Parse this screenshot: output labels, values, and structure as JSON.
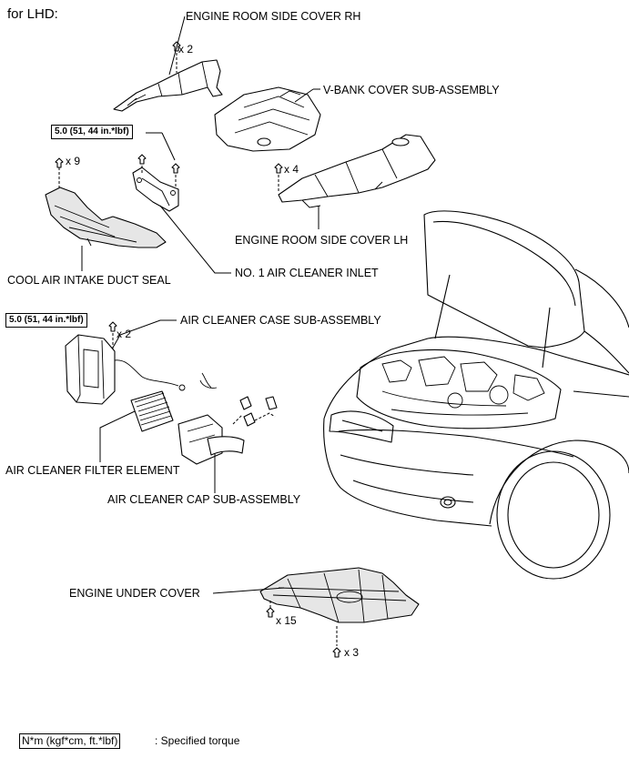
{
  "header": {
    "title": "for LHD:"
  },
  "labels": {
    "engine_room_side_cover_rh": "ENGINE ROOM SIDE COVER RH",
    "v_bank_cover": "V-BANK COVER SUB-ASSEMBLY",
    "engine_room_side_cover_lh": "ENGINE ROOM SIDE COVER LH",
    "no1_air_cleaner_inlet": "NO. 1 AIR CLEANER INLET",
    "cool_air_intake_duct_seal": "COOL AIR INTAKE DUCT SEAL",
    "air_cleaner_case": "AIR CLEANER CASE SUB-ASSEMBLY",
    "air_cleaner_filter_element": "AIR CLEANER FILTER ELEMENT",
    "air_cleaner_cap": "AIR CLEANER CAP SUB-ASSEMBLY",
    "engine_under_cover": "ENGINE UNDER COVER"
  },
  "quantities": {
    "rh_cover_clips": "x 2",
    "lh_cover_clips": "x 4",
    "duct_seal_clips": "x 9",
    "case_bolts": "x 2",
    "under_cover_bolts": "x 15",
    "under_cover_clips": "x 3"
  },
  "torques": {
    "inlet_bolt": "5.0 (51, 44 in.*lbf)",
    "case_bolt": "5.0 (51, 44 in.*lbf)"
  },
  "legend": {
    "unit_box": "N*m (kgf*cm, ft.*lbf)",
    "description": ": Specified torque"
  }
}
